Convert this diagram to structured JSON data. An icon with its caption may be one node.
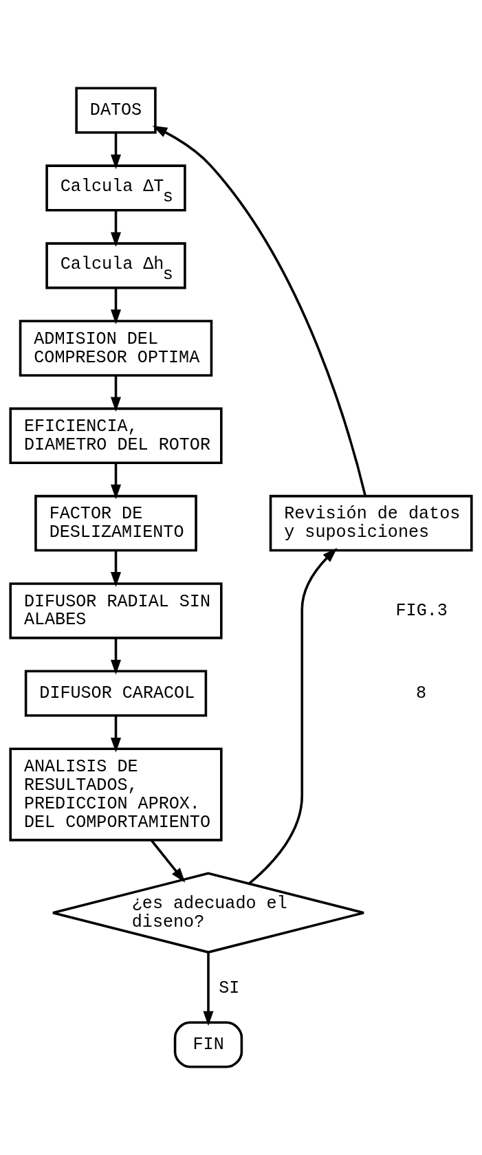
{
  "diagram": {
    "nodes": [
      {
        "text": [
          "DATOS"
        ]
      },
      {
        "text": [
          "Calcula ΔT$_{s}$"
        ]
      },
      {
        "text": [
          "Calcula Δh$_{s}$"
        ]
      },
      {
        "text": [
          "ADMISION DEL COMPRESOR OPTIMA"
        ]
      },
      {
        "text": [
          "EFICIENCIA, DIAMETRO DEL ROTOR"
        ]
      },
      {
        "text": [
          "FACTOR DE DESLIZAMIENTO"
        ]
      },
      {
        "text": [
          "DIFUSOR RADIAL SIN ALABES"
        ]
      },
      {
        "text": [
          "DIFUSOR CARACOL"
        ]
      },
      {
        "text": [
          "ANALISIS DE RESULTADOS, PREDICCION APROX. DEL COMPORTAMIENTO"
        ]
      },
      {
        "text": [
          "¿es adecuado el diseno?"
        ]
      },
      {
        "text": [
          "FIN"
        ]
      },
      {
        "text": [
          "Revisión de datos y suposiciones"
        ]
      }
    ],
    "edges": [
      {
        "from": 0,
        "to": 1,
        "arrow": "to"
      },
      {
        "from": 1,
        "to": 2,
        "arrow": "to"
      },
      {
        "from": 2,
        "to": 3,
        "arrow": "to"
      },
      {
        "from": 3,
        "to": 4,
        "arrow": "to"
      },
      {
        "from": 4,
        "to": 5,
        "arrow": "to"
      },
      {
        "from": 5,
        "to": 6,
        "arrow": "to"
      },
      {
        "from": 6,
        "to": 7,
        "arrow": "to"
      },
      {
        "from": 7,
        "to": 8,
        "arrow": "to"
      },
      {
        "from": 8,
        "to": 9,
        "arrow": "to"
      },
      {
        "from": 9,
        "to": 10,
        "arrow": "to",
        "label": "SI"
      },
      {
        "from": 9,
        "to": 11,
        "arrow": "to"
      },
      {
        "from": 11,
        "to": 0,
        "arrow": "to"
      }
    ],
    "labels": [
      "FIG.3",
      "8"
    ]
  }
}
